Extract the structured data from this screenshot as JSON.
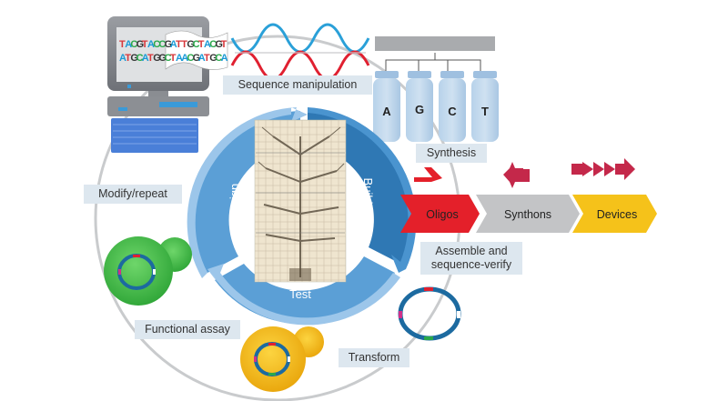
{
  "diagram": {
    "title": "Design-Build-Test cycle for DNA synthesis",
    "cycle_steps": [
      "Design",
      "Build",
      "Test"
    ],
    "process_labels": {
      "sequence_manipulation": "Sequence manipulation",
      "synthesis": "Synthesis",
      "assemble_verify_line1": "Assemble and",
      "assemble_verify_line2": "sequence-verify",
      "transform": "Transform",
      "functional_assay": "Functional assay",
      "modify_repeat": "Modify/repeat"
    },
    "sequence": {
      "top": [
        "T",
        "A",
        "C",
        "G",
        "T",
        "A",
        "C",
        "C",
        "G",
        "A",
        "T",
        "T",
        "G",
        "C",
        "T",
        "A",
        "C",
        "G",
        "T"
      ],
      "bottom": [
        "A",
        "T",
        "G",
        "C",
        "A",
        "T",
        "G",
        "G",
        "C",
        "T",
        "A",
        "A",
        "C",
        "G",
        "A",
        "T",
        "G",
        "C",
        "A"
      ]
    },
    "nucleotide_vials": [
      "A",
      "G",
      "C",
      "T"
    ],
    "pipeline": [
      {
        "label": "Oligos",
        "color": "#e4202a"
      },
      {
        "label": "Synthons",
        "color": "#c3c4c6"
      },
      {
        "label": "Devices",
        "color": "#f5c21a"
      }
    ],
    "colors": {
      "base_T": "#d7373b",
      "base_A": "#1a9ad6",
      "base_C": "#2aa84a",
      "base_G": "#333333",
      "wheel_light": "#7ab4e0",
      "wheel_mid": "#4a94cf",
      "wheel_dark": "#2a6fa8",
      "label_bg": "#dde7ef",
      "cell_green": "#4dc24d",
      "cell_yellow": "#f6c21e",
      "plasmid": "#1c6aa0",
      "dna_red": "#e02030",
      "dna_blue": "#2aa0d8",
      "device_red": "#c4284a"
    }
  }
}
